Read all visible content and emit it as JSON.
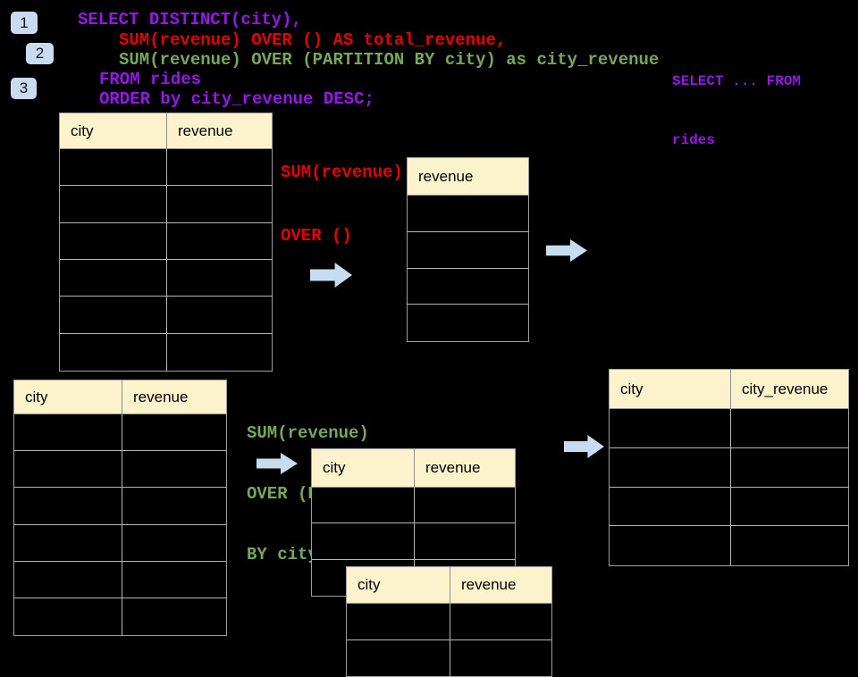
{
  "badges": {
    "one": "1",
    "two": "2",
    "three": "3"
  },
  "code": {
    "line1": "SELECT DISTINCT(city),",
    "line2": "SUM(revenue) OVER () AS total_revenue,",
    "line3": "SUM(revenue) OVER (PARTITION BY city) as city_revenue",
    "line4": "FROM rides",
    "line5": "ORDER by city_revenue DESC;"
  },
  "side_note": {
    "line1": "SELECT ... FROM",
    "line2": "rides"
  },
  "annotations": {
    "total_revenue_label": {
      "line1": "SUM(revenue)",
      "line2": "OVER ()"
    },
    "partition_label": {
      "line1": "SUM(revenue)",
      "line2": "OVER (PARTITION",
      "line3": "BY city)"
    }
  },
  "tables": {
    "source_top": {
      "col1": "city",
      "col2": "revenue",
      "body_rows": 6
    },
    "total_result": {
      "col1": "revenue",
      "body_rows": 4
    },
    "source_bottom": {
      "col1": "city",
      "col2": "revenue",
      "body_rows": 6
    },
    "partition_mid": {
      "col1": "city",
      "col2": "revenue",
      "body_rows": 3
    },
    "partition_overlay": {
      "col1": "city",
      "col2": "revenue",
      "body_rows": 2
    },
    "partition_result": {
      "col1": "city",
      "col2": "city_revenue",
      "body_rows": 4
    }
  },
  "colors": {
    "background": "#000000",
    "code_purple": "#9716e8",
    "code_red": "#e60000",
    "code_green": "#76a85c",
    "table_header_fill": "#fcf2cc",
    "table_border": "#b6b6b6",
    "arrow_fill": "#c8dcf0",
    "badge_fill": "#c9dbf0"
  }
}
